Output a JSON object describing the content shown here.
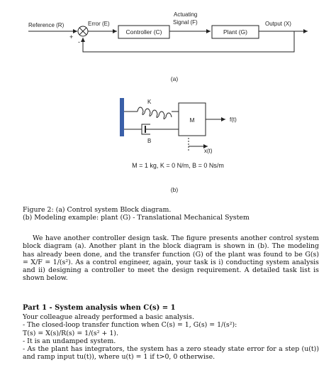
{
  "block_diagram": {
    "reference_label": "Reference (R)",
    "error_label": "Error (E)",
    "actuating_label_line1": "Actuating",
    "actuating_label_line2": "Signal (F)",
    "output_label": "Output (X)",
    "controller_label": "Controller (C)",
    "plant_label": "Plant (G)",
    "plus_sign": "+",
    "minus_sign": "-",
    "caption": "(a)"
  },
  "mechanical_system": {
    "spring_label": "K",
    "damper_label": "B",
    "mass_label": "M",
    "force_label": "f(t)",
    "displacement_label": "x(t)",
    "parameters": "M = 1 kg, K = 0 N/m, B = 0 Ns/m",
    "caption": "(b)"
  },
  "figure_caption": {
    "line1": "Figure 2: (a) Control system Block diagram.",
    "line2": "(b) Modeling example: plant (G) - Translational Mechanical System"
  },
  "paragraph": "We have another controller design task. The figure presents another control system block diagram (a). Another plant in the block diagram is shown in (b). The modeling has already been done, and the transfer function (G) of the plant was found to be G(s) = X/F = 1/(s²). As a control engineer, again, your task is i) conducting system analysis and ii) designing a controller to meet the design requirement. A detailed task list is shown below.",
  "part1": {
    "title": "Part 1 - System analysis when C(s) = 1",
    "line1": "Your colleague already performed a basic analysis.",
    "line2": "- The closed-loop transfer function when C(s) = 1, G(s) = 1/(s²):",
    "line3": "T(s) = X(s)/R(s) = 1/(s² + 1).",
    "line4": "- It is an undamped system.",
    "line5": "- As the plant has integrators, the system has a zero steady state error for a step (u(t)) and ramp input tu(t)), where u(t) = 1 if t>0, 0 otherwise."
  },
  "colors": {
    "wall_blue": "#3a5fa8",
    "line": "#222222"
  }
}
